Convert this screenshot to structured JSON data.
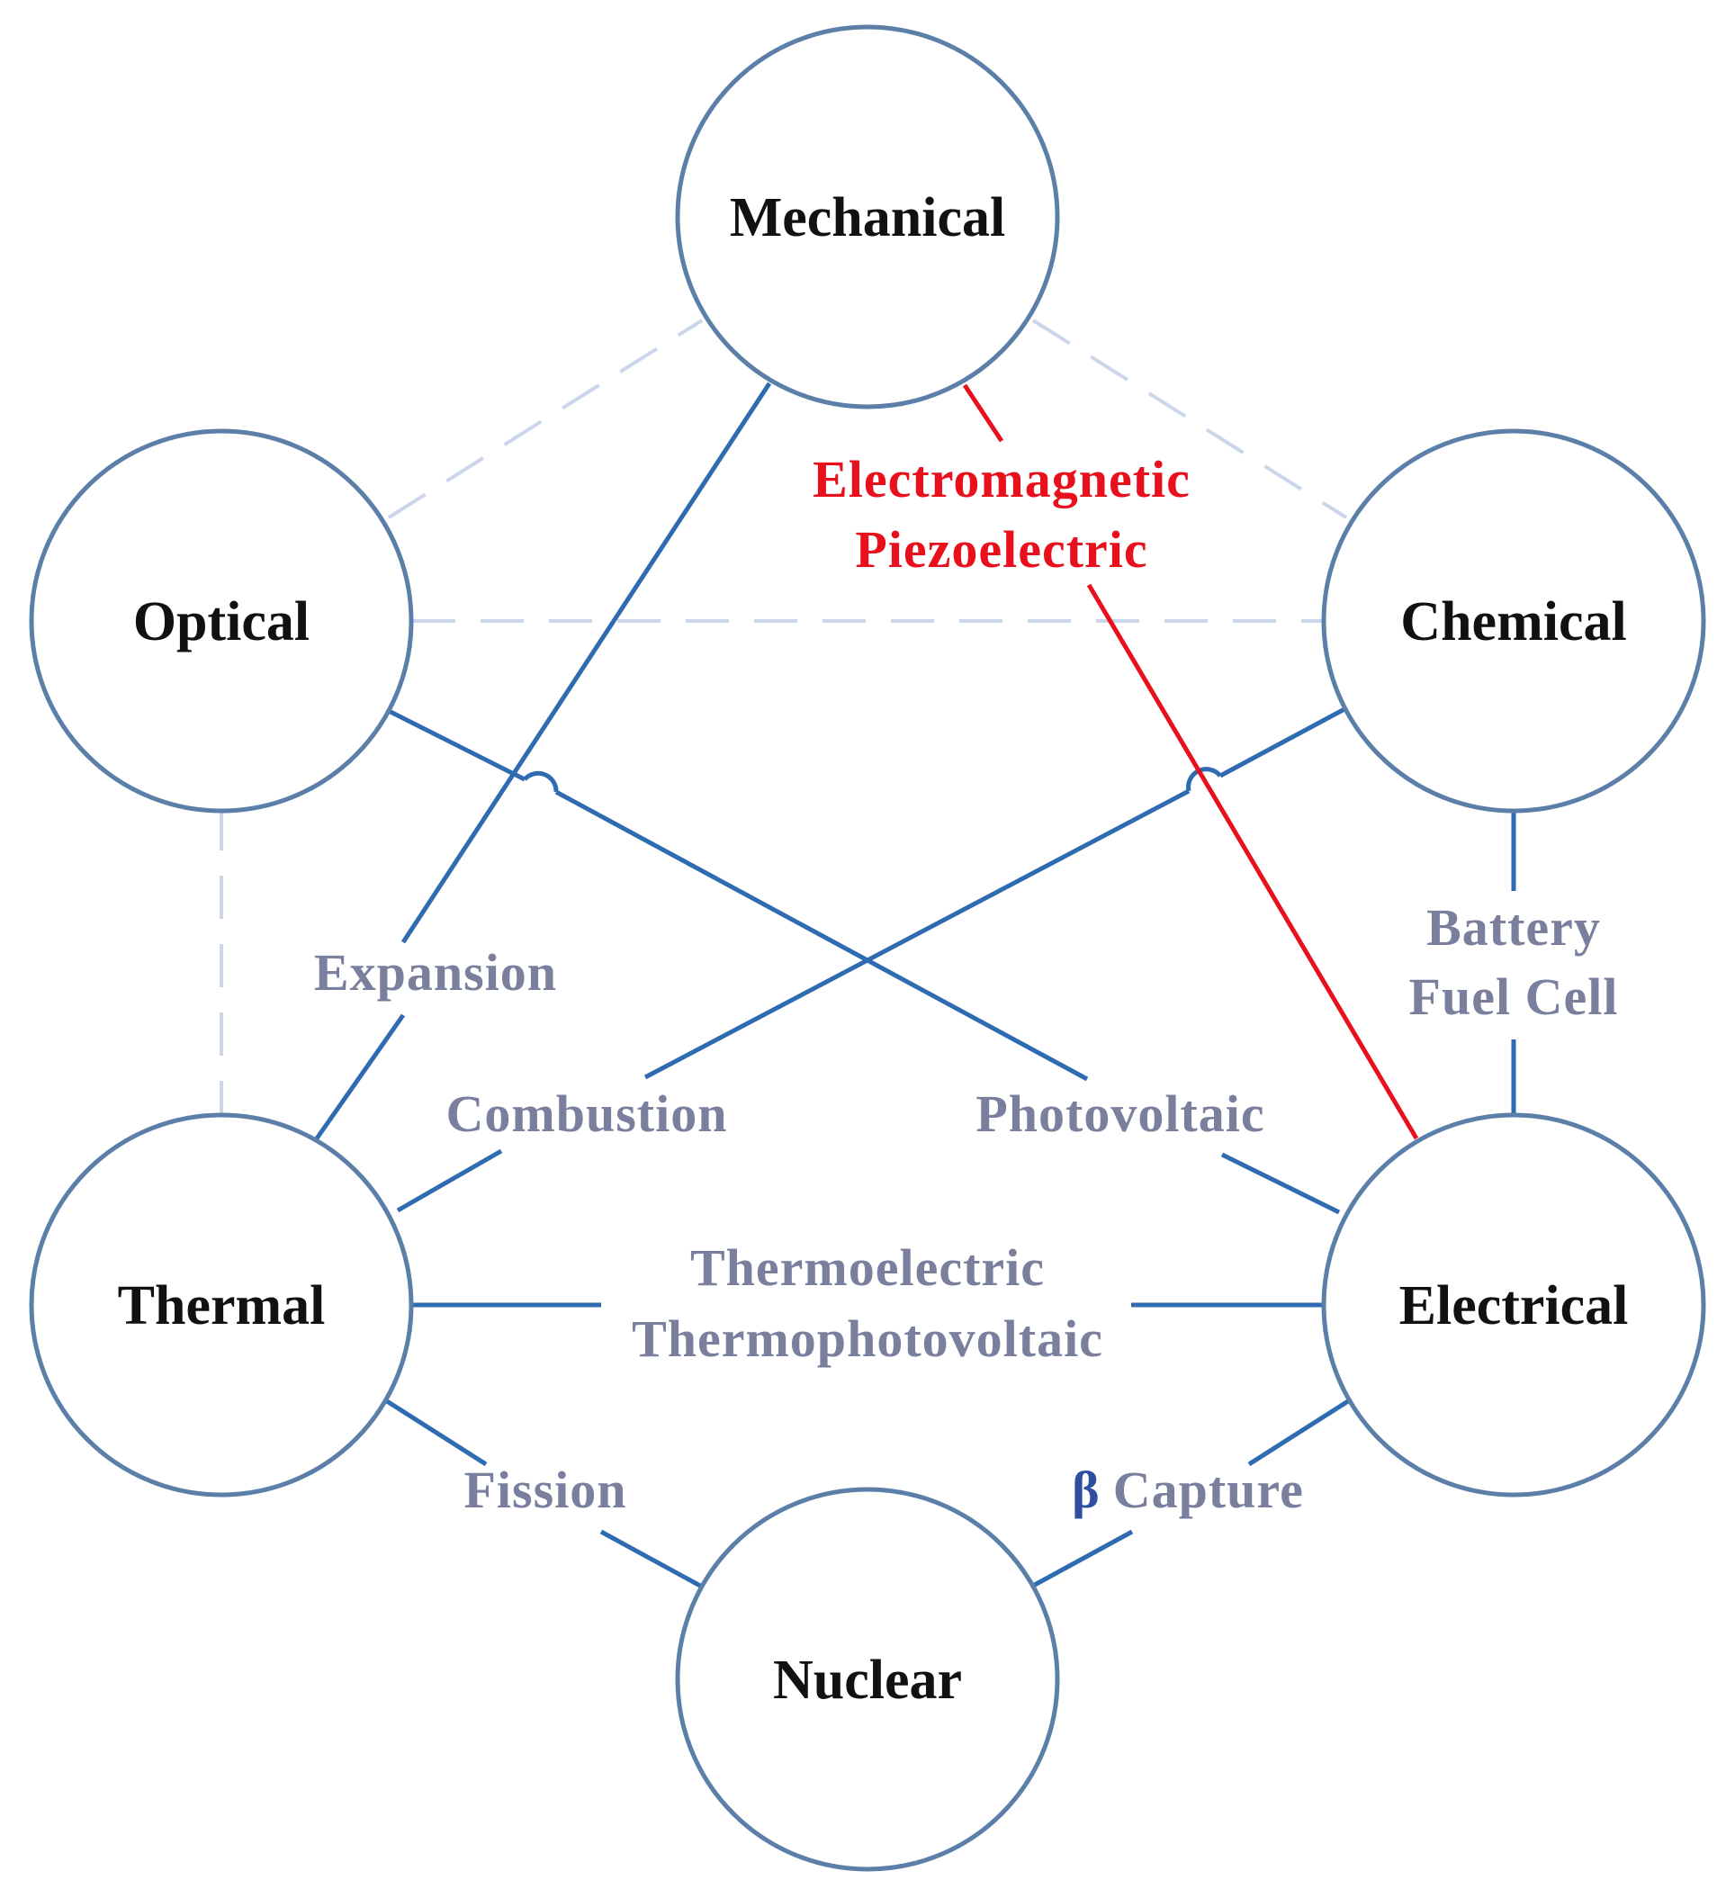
{
  "colors": {
    "background": "#ffffff",
    "node_stroke": "#5b7fa8",
    "node_text": "#111111",
    "link_blue": "#2e6bb0",
    "link_red": "#e8101c",
    "link_dashed": "#cbd6ea",
    "label_gray": "#7a7f9e",
    "label_red": "#e8101c",
    "label_beta": "#2e4fa0"
  },
  "nodes": {
    "mechanical": "Mechanical",
    "optical": "Optical",
    "chemical": "Chemical",
    "thermal": "Thermal",
    "electrical": "Electrical",
    "nuclear": "Nuclear"
  },
  "links": {
    "mech_elec": [
      "Electromagnetic",
      "Piezoelectric"
    ],
    "mech_therm": "Expansion",
    "chem_elec": [
      "Battery",
      "Fuel Cell"
    ],
    "chem_therm": "Combustion",
    "opt_elec": "Photovoltaic",
    "therm_elec": [
      "Thermoelectric",
      "Thermophotovoltaic"
    ],
    "therm_nuc": "Fission",
    "nuc_elec_symbol": "β",
    "nuc_elec": "Capture"
  }
}
